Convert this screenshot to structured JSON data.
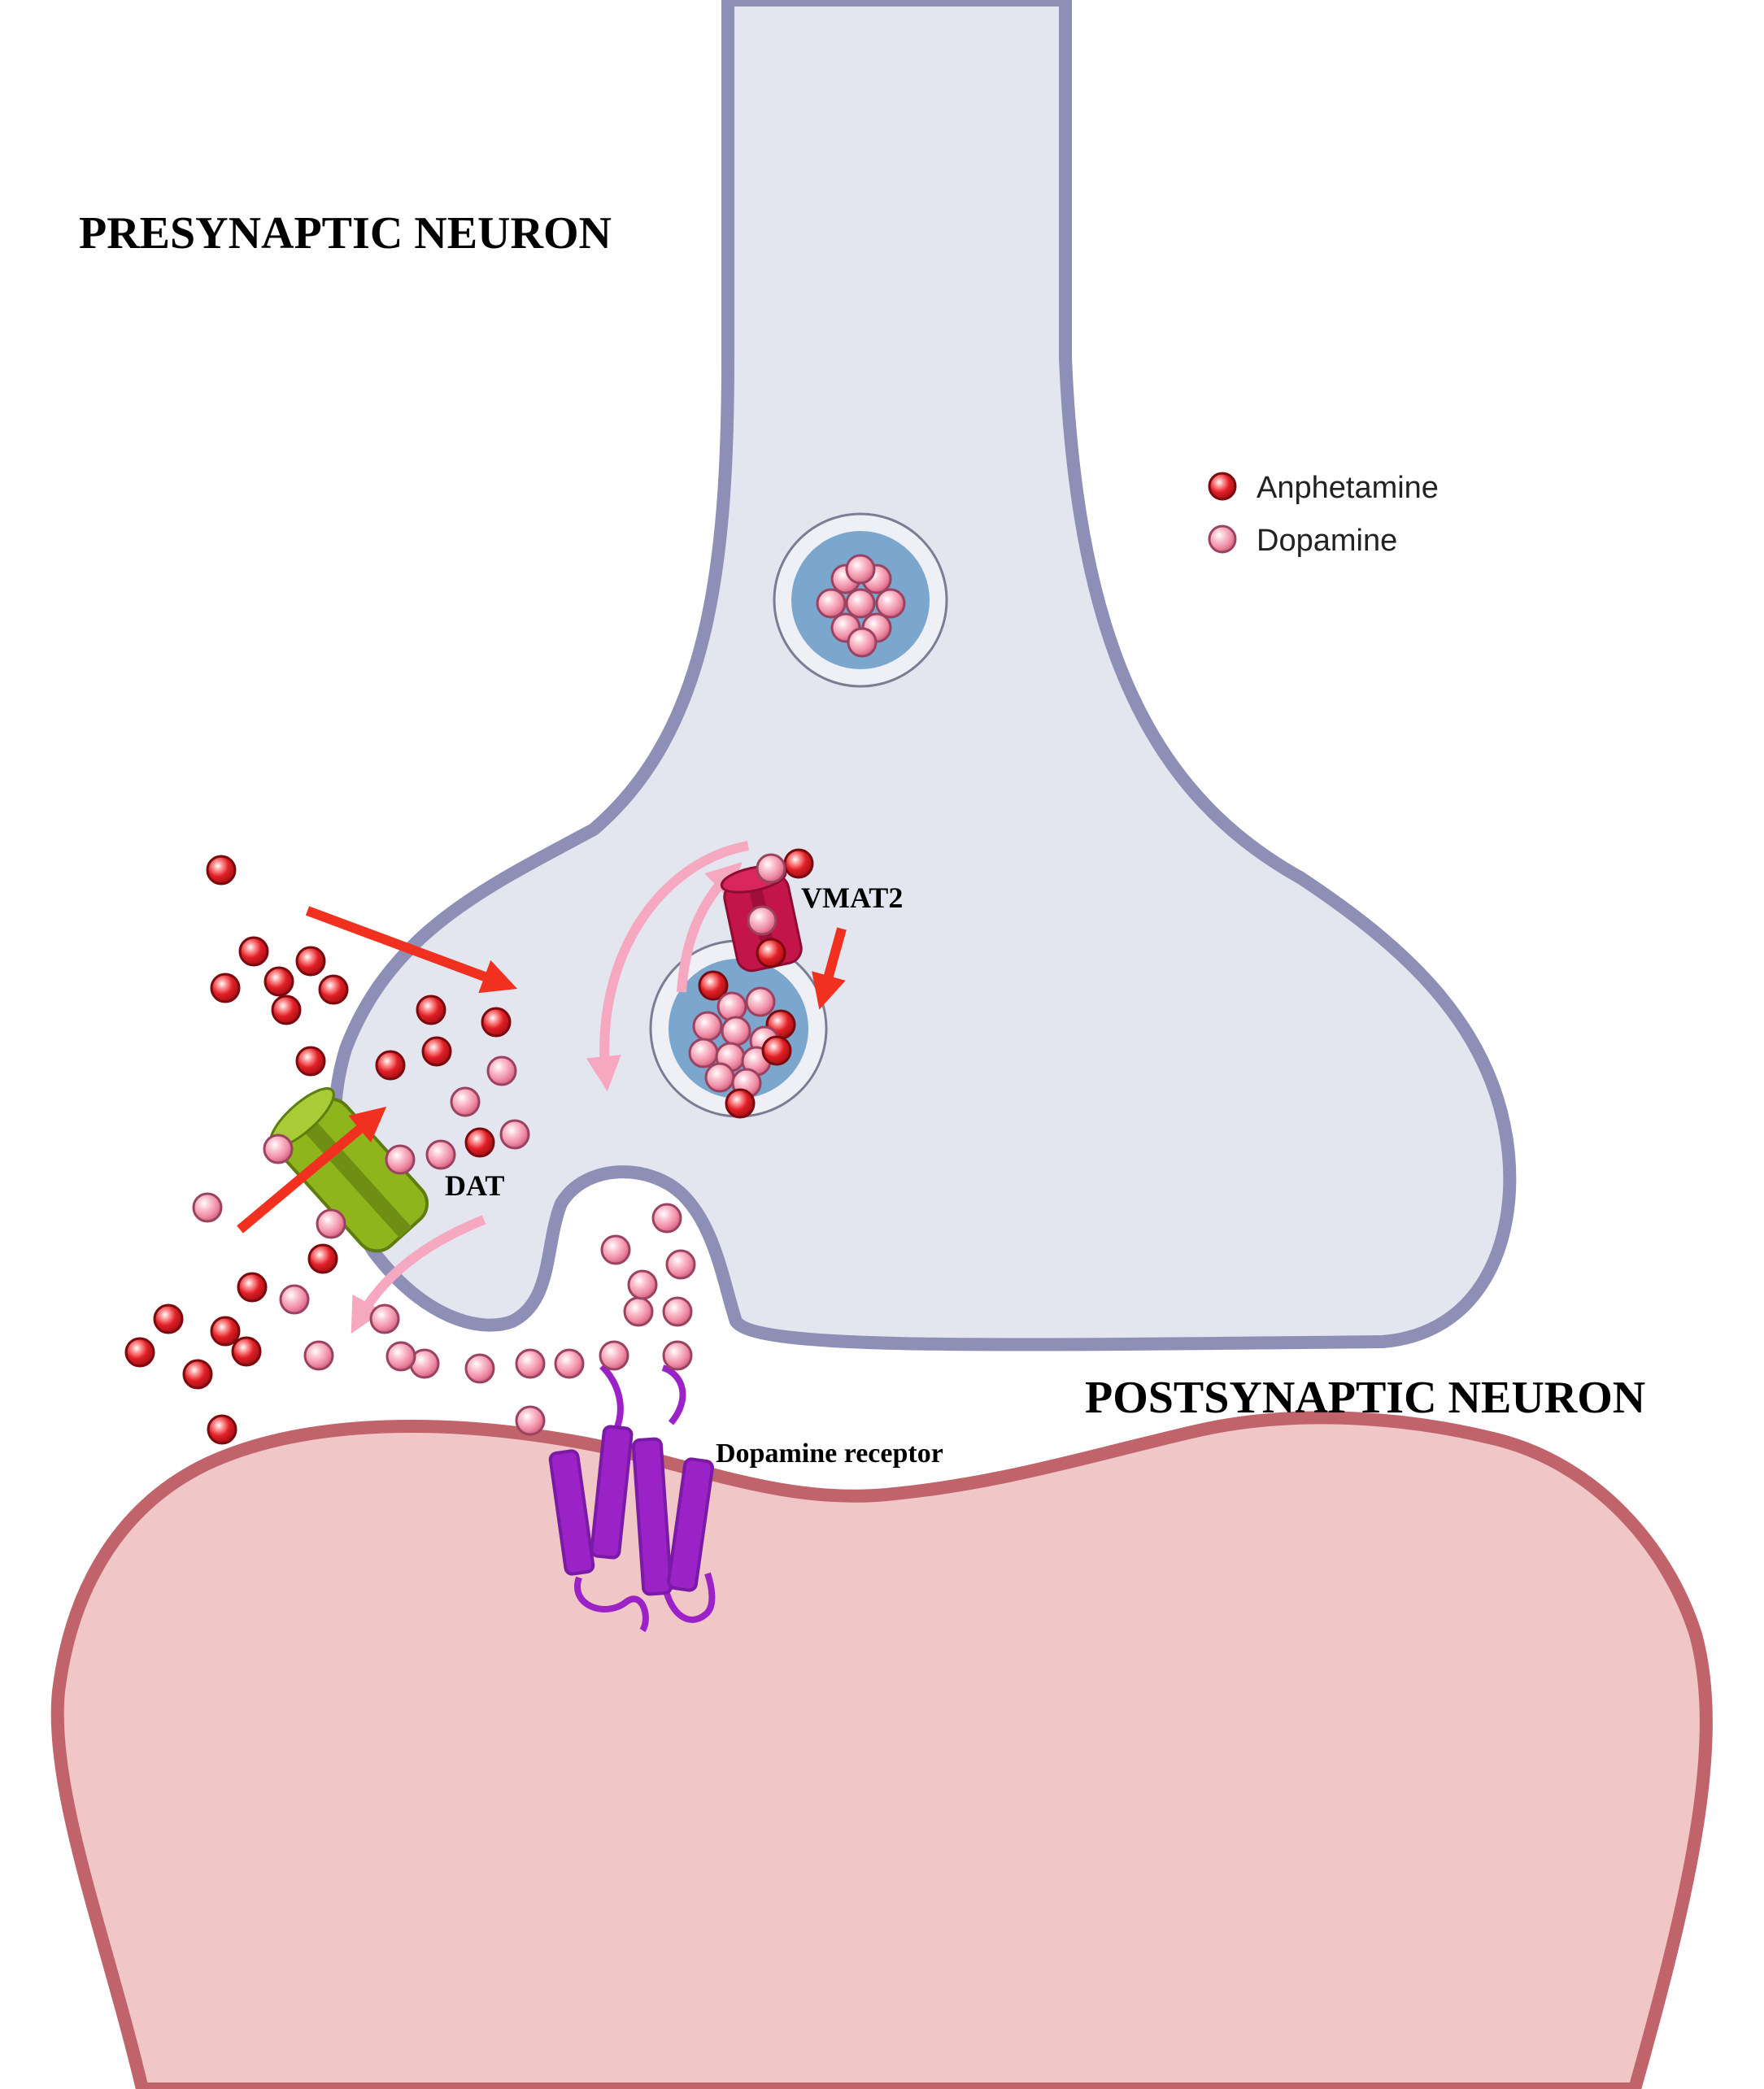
{
  "labels": {
    "presynaptic": "PRESYNAPTIC NEURON",
    "postsynaptic": "POSTSYNAPTIC NEURON",
    "vmat2": "VMAT2",
    "dat": "DAT",
    "receptor": "Dopamine receptor"
  },
  "legend": {
    "amphetamine": "Anphetamine",
    "dopamine": "Dopamine"
  },
  "colors": {
    "presynaptic_fill": "#e4e6ef",
    "presynaptic_outline": "#8e8fb6",
    "postsynaptic_fill": "#f0c6c7",
    "postsynaptic_outline": "#c0636b",
    "vesicle_fill": "#7ba7cf",
    "amphetamine": "#e11f26",
    "dopamine": "#ef8aa3",
    "red_arrow": "#f2301f",
    "pink_arrow": "#f5a8c0",
    "vmat2": "#c4154a",
    "dat": "#8fb51d",
    "receptor": "#9b22c7"
  }
}
